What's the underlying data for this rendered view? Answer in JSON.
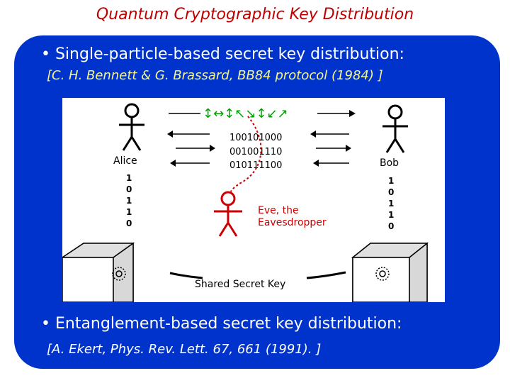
{
  "slide": {
    "title": "Quantum Cryptographic Key Distribution",
    "bullet1": "• Single-particle-based secret key distribution:",
    "ref1": "[C. H. Bennett & G. Brassard, BB84 protocol (1984) ]",
    "bullet2": "• Entanglement-based secret key distribution:",
    "ref2": "[A. Ekert, Phys. Rev. Lett. 67, 661 (1991). ]"
  },
  "figure": {
    "alice_label": "Alice",
    "bob_label": "Bob",
    "eve_label_line1": "Eve, the",
    "eve_label_line2": "Eavesdropper",
    "bit_row1": "100101000",
    "bit_row2": "001001110",
    "bit_row3": "010111100",
    "alice_key": [
      "1",
      "0",
      "1",
      "1",
      "0"
    ],
    "bob_key": [
      "1",
      "0",
      "1",
      "1",
      "0"
    ],
    "shared_key_label": "Shared Secret Key",
    "polarization_symbols": "↕↔↕↖↘↕↙↗",
    "colors": {
      "eve": "#cc0000",
      "panel": "#0033cc",
      "title": "#c00000",
      "ref1": "#f5f58a",
      "polarizations": "#00a000"
    }
  }
}
